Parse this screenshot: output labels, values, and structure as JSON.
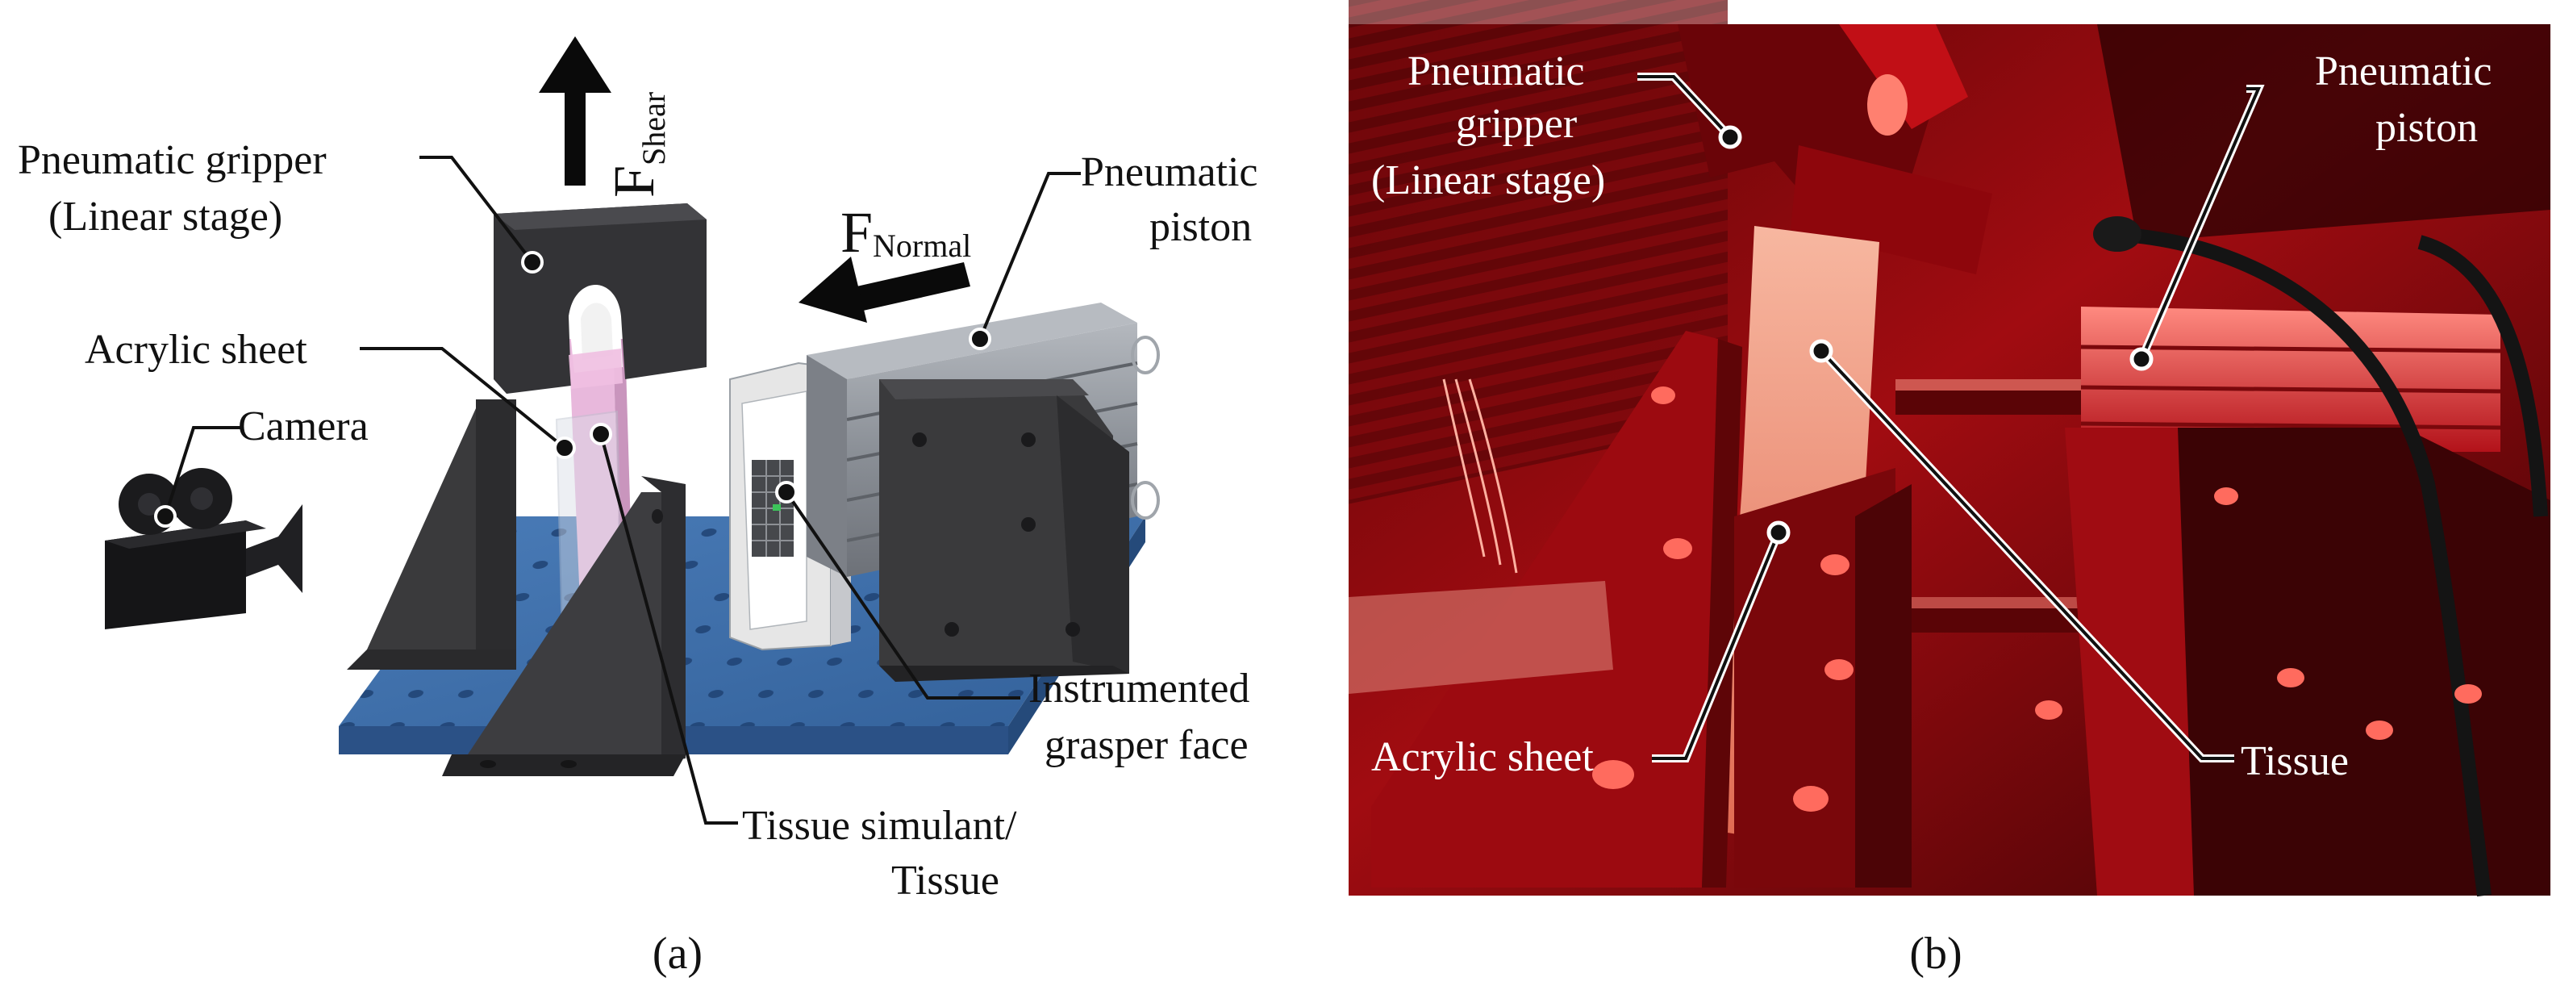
{
  "panel_a": {
    "caption": "(a)",
    "labels": {
      "gripper": [
        "Pneumatic gripper",
        "(Linear stage)"
      ],
      "acrylic": "Acrylic sheet",
      "camera": "Camera",
      "piston": [
        "Pneumatic",
        "piston"
      ],
      "grasper": [
        "Instrumented",
        "grasper face"
      ],
      "tissue": [
        "Tissue simulant/",
        "Tissue"
      ]
    },
    "forces": {
      "shear_main": "F",
      "shear_sub": "Shear",
      "normal_main": "F",
      "normal_sub": "Normal"
    }
  },
  "panel_b": {
    "caption": "(b)",
    "labels": {
      "gripper": [
        "Pneumatic",
        "gripper",
        "(Linear stage)"
      ],
      "piston": [
        "Pneumatic",
        "piston"
      ],
      "acrylic": "Acrylic sheet",
      "tissue": "Tissue"
    }
  },
  "colors": {
    "base_plate": "#3f6fa8",
    "bracket": "#3a3a3c",
    "gripper": "#323234",
    "piston": "#8e939a",
    "tissue_simulant": "#e8b8dc",
    "photo_tint": "#c0141a",
    "leader_line": "#111111"
  }
}
